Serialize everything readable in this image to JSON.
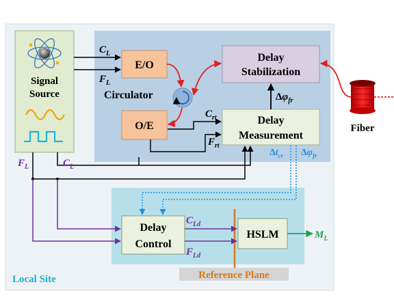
{
  "blocks": {
    "signal_source": "Signal Source",
    "eo": "E/O",
    "oe": "O/E",
    "circulator": "Circulator",
    "delay_stabilization": "Delay Stabilization",
    "delay_measurement": "Delay Measurement",
    "delay_control": "Delay Control",
    "hslm": "HSLM",
    "fiber": "Fiber"
  },
  "regions": {
    "local_site": "Local Site",
    "reference_plane": "Reference Plane"
  },
  "signals": {
    "C_L": "C_L",
    "F_L": "F_L",
    "C_rt": "C_rt",
    "F_rt": "F_rt",
    "delta_phi_fr": "Δφ_fr",
    "delta_t_cr": "Δt_cr",
    "C_Ld": "C_Ld",
    "F_Ld": "F_Ld",
    "M_L": "M_L"
  },
  "colors": {
    "local_site_bg": "#edf2f6",
    "remote_panel_bg": "#b9cfe4",
    "lower_panel_bg": "#b6dfe9",
    "signal_source_bg": "#e1ebcf",
    "eo_oe_bg": "#f7c39b",
    "delay_stab_bg": "#d9cfe1",
    "measurement_bg": "#eaf1df",
    "red": "#e3201b",
    "purple": "#7030a0",
    "blue_label": "#1e90e0",
    "green": "#1aa352",
    "orange_ref": "#d9781c"
  }
}
